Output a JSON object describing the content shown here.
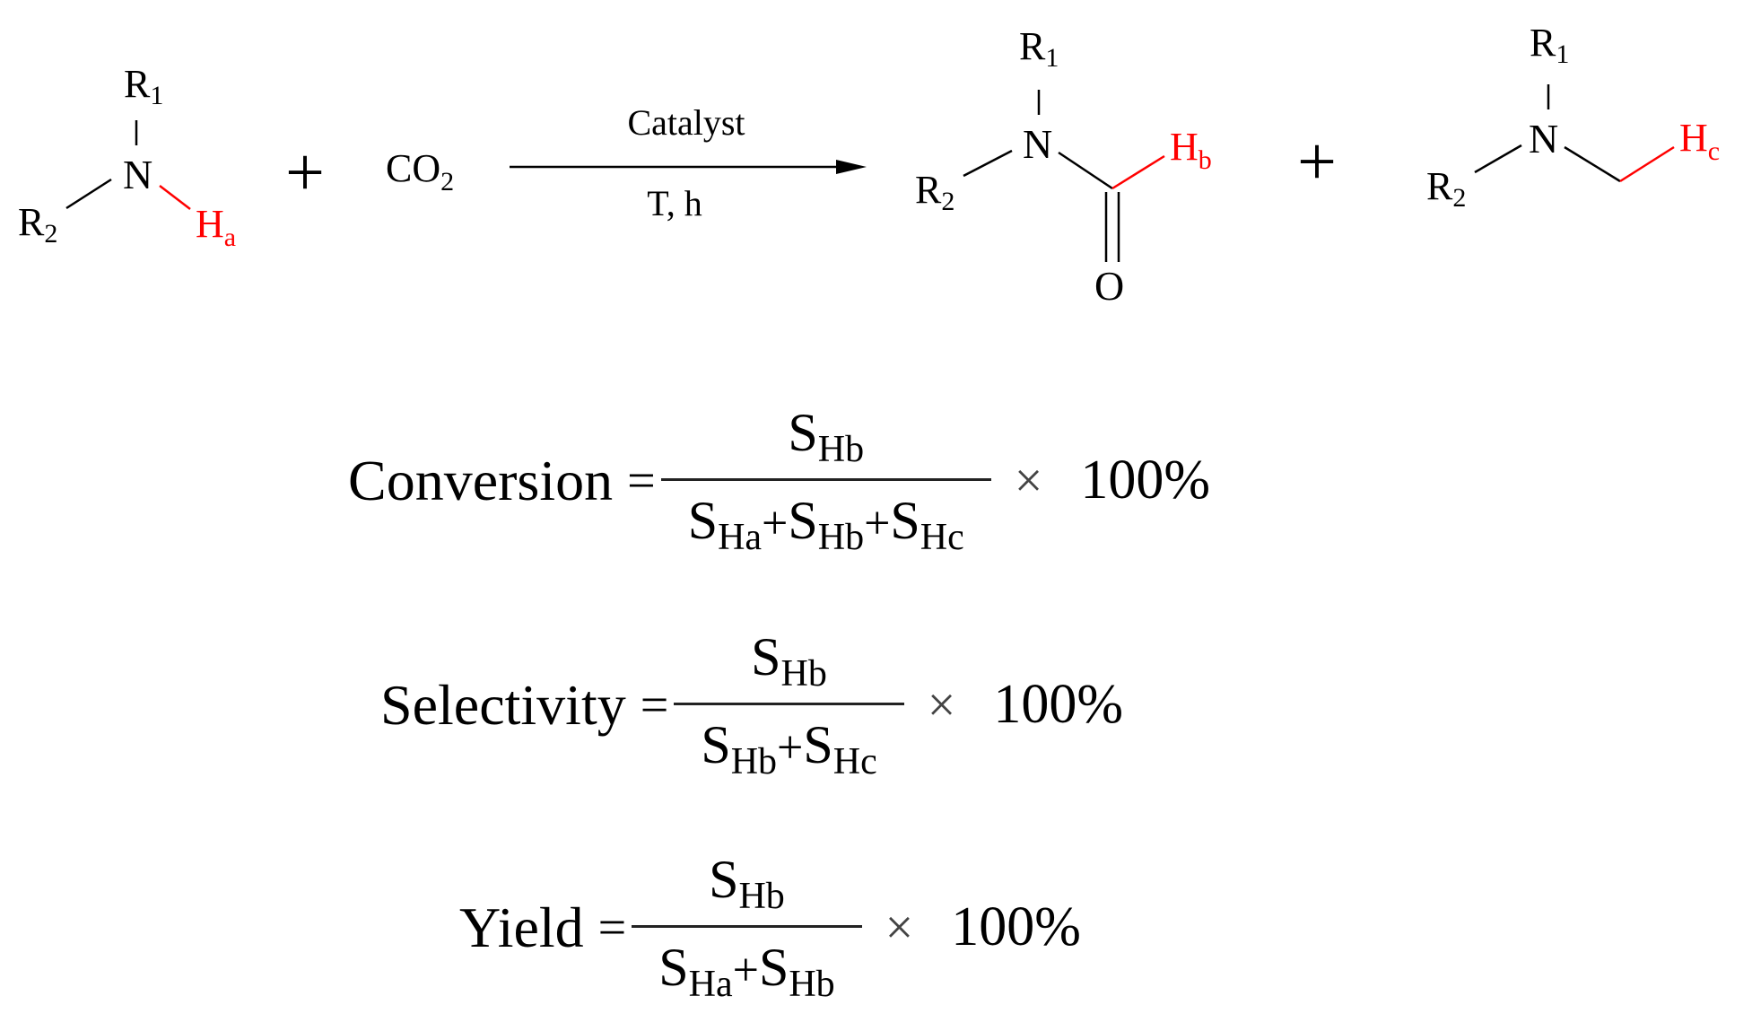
{
  "colors": {
    "highlight": "#ff0000",
    "ink": "#000000"
  },
  "scheme": {
    "reactant": {
      "r1": "R",
      "r1_sub": "1",
      "r2": "R",
      "r2_sub": "2",
      "n": "N",
      "h": "H",
      "h_sub": "a"
    },
    "plus_1": "+",
    "co2": "CO",
    "co2_sub": "2",
    "arrow_top": "Catalyst",
    "arrow_bottom": "T, h",
    "product_formamide": {
      "r1": "R",
      "r1_sub": "1",
      "r2": "R",
      "r2_sub": "2",
      "n": "N",
      "h": "H",
      "h_sub": "b",
      "o": "O"
    },
    "plus_2": "+",
    "product_methylamine": {
      "r1": "R",
      "r1_sub": "1",
      "r2": "R",
      "r2_sub": "2",
      "n": "N",
      "h": "H",
      "h_sub": "c"
    }
  },
  "equations": {
    "symbol_s": "S",
    "plus": "+",
    "times": "×",
    "percent": "100%",
    "equals": "=",
    "conversion": {
      "name": "Conversion",
      "numerator": [
        "Hb"
      ],
      "denominator": [
        "Ha",
        "Hb",
        "Hc"
      ]
    },
    "selectivity": {
      "name": "Selectivity",
      "numerator": [
        "Hb"
      ],
      "denominator": [
        "Hb",
        "Hc"
      ]
    },
    "yield": {
      "name": "Yield",
      "numerator": [
        "Hb"
      ],
      "denominator": [
        "Ha",
        "Hb"
      ]
    }
  }
}
